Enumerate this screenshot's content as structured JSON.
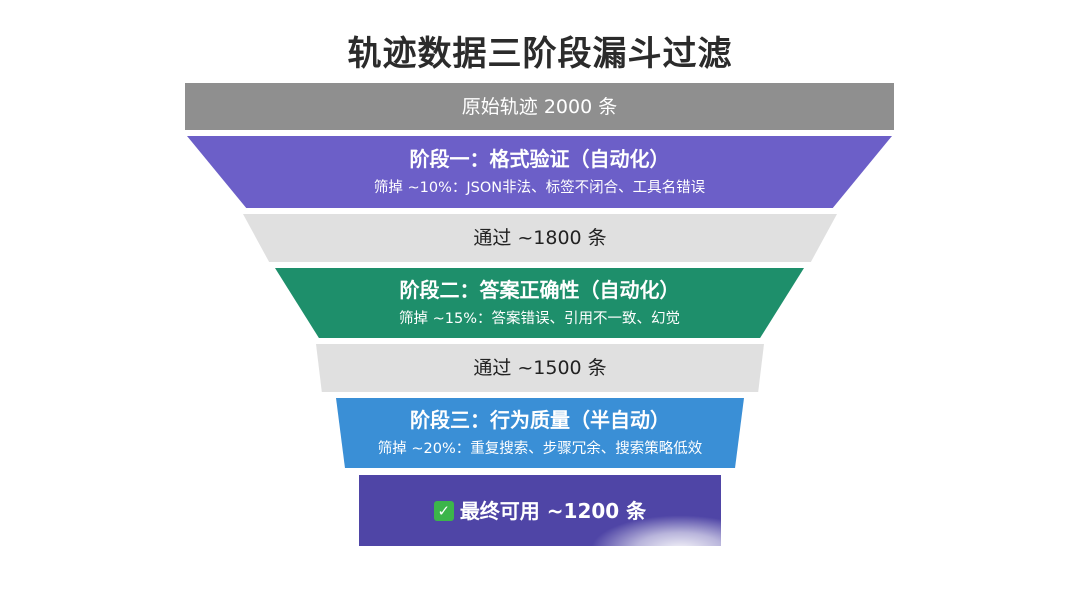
{
  "title": "轨迹数据三阶段漏斗过滤",
  "funnel": {
    "raw": {
      "label": "原始轨迹 2000 条"
    },
    "stage1": {
      "title": "阶段一：格式验证（自动化）",
      "detail": "筛掉 ~10%：JSON非法、标签不闭合、工具名错误"
    },
    "pass1": {
      "label": "通过 ~1800 条"
    },
    "stage2": {
      "title": "阶段二：答案正确性（自动化）",
      "detail": "筛掉 ~15%：答案错误、引用不一致、幻觉"
    },
    "pass2": {
      "label": "通过 ~1500 条"
    },
    "stage3": {
      "title": "阶段三：行为质量（半自动）",
      "detail": "筛掉 ~20%：重复搜索、步骤冗余、搜索策略低效"
    },
    "final": {
      "icon": "check-icon",
      "label": "最终可用 ~1200 条"
    }
  },
  "colors": {
    "raw": "#8f8f8f",
    "stage1": "#6c5fc8",
    "pass": "#e0e0e0",
    "stage2": "#1e8f6b",
    "stage3": "#3a8fd6",
    "final": "#4f45a6"
  }
}
